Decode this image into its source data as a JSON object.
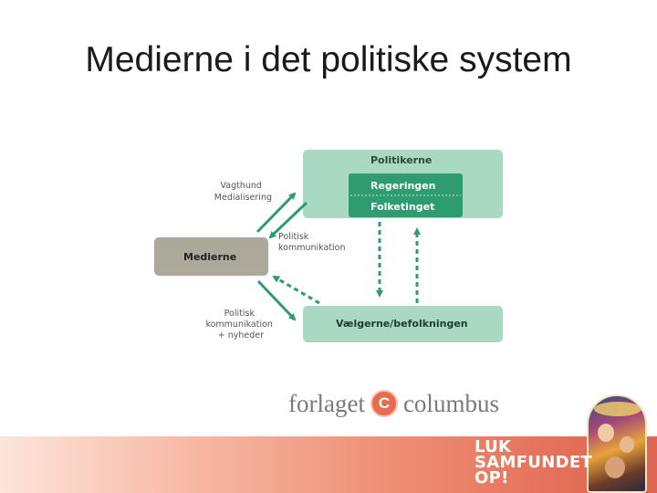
{
  "slide": {
    "title": "Medierne i det politiske system"
  },
  "diagram": {
    "politicians": {
      "label": "Politikerne"
    },
    "government": {
      "label": "Regeringen"
    },
    "parliament": {
      "label": "Folketinget"
    },
    "media": {
      "label": "Medierne"
    },
    "voters": {
      "label": "Vælgerne/befolkningen"
    },
    "notes": {
      "watchdog": [
        "Vagthund",
        "Medialisering"
      ],
      "political_communication": [
        "Politisk",
        "kommunikation"
      ],
      "communication_news": [
        "Politisk",
        "kommunikation",
        "+ nyheder"
      ]
    },
    "colors": {
      "politicians_box": "#a9d9c3",
      "inner_box": "#2e9c70",
      "media_box": "#aca99a",
      "voters_box": "#a9d9c3",
      "arrow": "#2e9c70"
    }
  },
  "publisher": {
    "name_left": "forlaget",
    "logo_glyph": "C",
    "name_right": "columbus"
  },
  "campaign": {
    "lines": [
      "LUK",
      "SAMFUNDET",
      "OP!"
    ]
  }
}
